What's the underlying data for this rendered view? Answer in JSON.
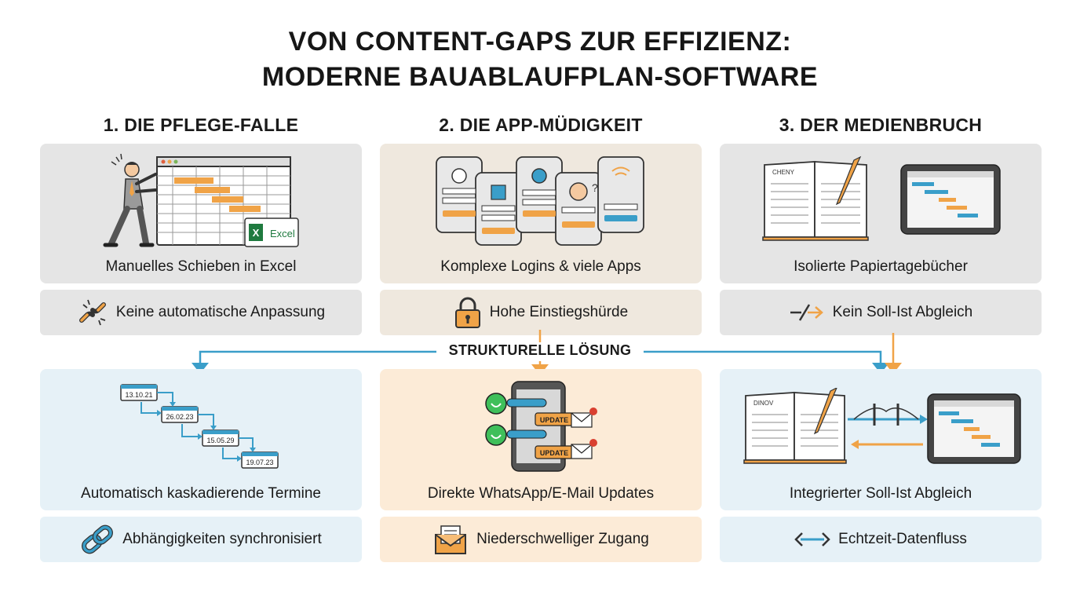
{
  "title": {
    "line1": "VON CONTENT-GAPS ZUR EFFIZIENZ:",
    "line2": "MODERNE BAUABLAUFPLAN-SOFTWARE"
  },
  "columns": [
    {
      "heading": "1. DIE PFLEGE-FALLE",
      "problem_caption": "Manuelles Schieben in Excel",
      "problem_issue": "Keine automatische Anpassung",
      "problem_issue_icon": "broken-chain-icon",
      "solution_caption": "Automatisch kaskadierende Termine",
      "solution_benefit": "Abhängigkeiten synchronisiert",
      "solution_benefit_icon": "chain-link-icon",
      "excel_label": "Excel",
      "dates": [
        "13.10.21",
        "26.02.23",
        "15.05.29",
        "19.07.23"
      ]
    },
    {
      "heading": "2. DIE APP-MÜDIGKEIT",
      "problem_caption": "Komplexe Logins & viele Apps",
      "problem_issue": "Hohe Einstiegshürde",
      "problem_issue_icon": "padlock-icon",
      "solution_caption": "Direkte WhatsApp/E-Mail Updates",
      "solution_benefit": "Niederschwelliger Zugang",
      "solution_benefit_icon": "envelope-icon",
      "update_labels": [
        "UPDATE",
        "UPDATE"
      ]
    },
    {
      "heading": "3. DER MEDIENBRUCH",
      "problem_caption": "Isolierte Papiertagebücher",
      "problem_issue": "Kein Soll-Ist Abgleich",
      "problem_issue_icon": "broken-arrow-icon",
      "solution_caption": "Integrierter Soll-Ist Abgleich",
      "solution_benefit": "Echtzeit-Datenfluss",
      "solution_benefit_icon": "double-arrow-icon",
      "notebook_labels": [
        "CHENY",
        "DINOV"
      ]
    }
  ],
  "center_label": "STRUKTURELLE LÖSUNG",
  "colors": {
    "gray_panel": "#e5e5e5",
    "beige_panel": "#efe8de",
    "blue_panel": "#e6f1f7",
    "orange_panel": "#fcebd7",
    "accent_blue": "#3a9ec9",
    "accent_orange": "#f0a347"
  }
}
